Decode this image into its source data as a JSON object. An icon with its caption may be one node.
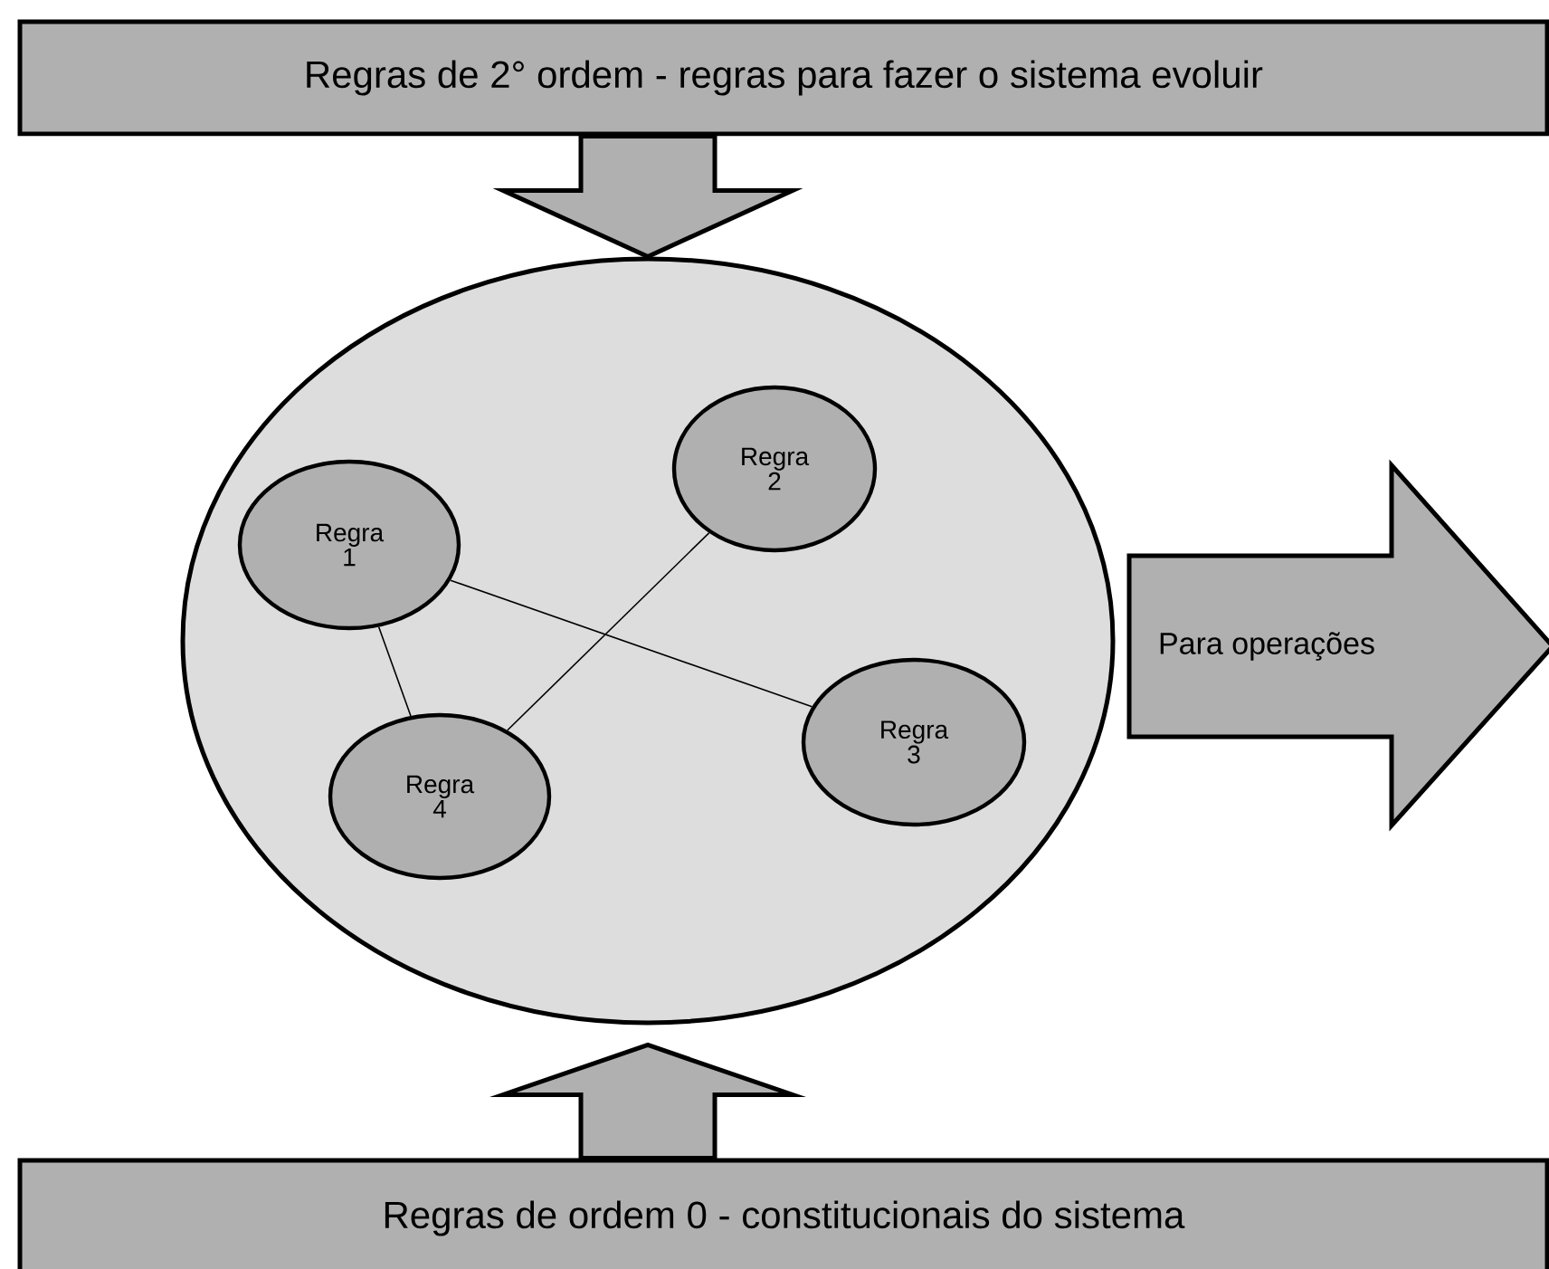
{
  "diagram": {
    "nodes": [
      {
        "text": [
          "Regras de  2° ordem  - regras para fazer o sistema evoluir"
        ]
      },
      {
        "text": [],
        "shape": "circle"
      },
      {
        "text": [
          "Regra 2"
        ],
        "in": 1
      },
      {
        "text": [
          "Regra 1"
        ],
        "in": 1
      },
      {
        "text": [
          "Regra 3"
        ],
        "in": 1
      },
      {
        "text": [
          "Regra 4"
        ],
        "in": 1
      },
      {
        "text": [
          "Para operações"
        ]
      },
      {
        "text": [
          "Regras de  ordem  0  - constitucionais do sistema"
        ]
      }
    ],
    "edges": [
      {
        "from": 0,
        "to": 1,
        "arrow": "to",
        "style": "thick"
      },
      {
        "from": 7,
        "to": 1,
        "arrow": "to",
        "style": "thick"
      },
      {
        "from": 3,
        "to": 4,
        "arrow": "none"
      },
      {
        "from": 3,
        "to": 5,
        "arrow": "none"
      },
      {
        "from": 2,
        "to": 5,
        "arrow": "none"
      }
    ]
  }
}
